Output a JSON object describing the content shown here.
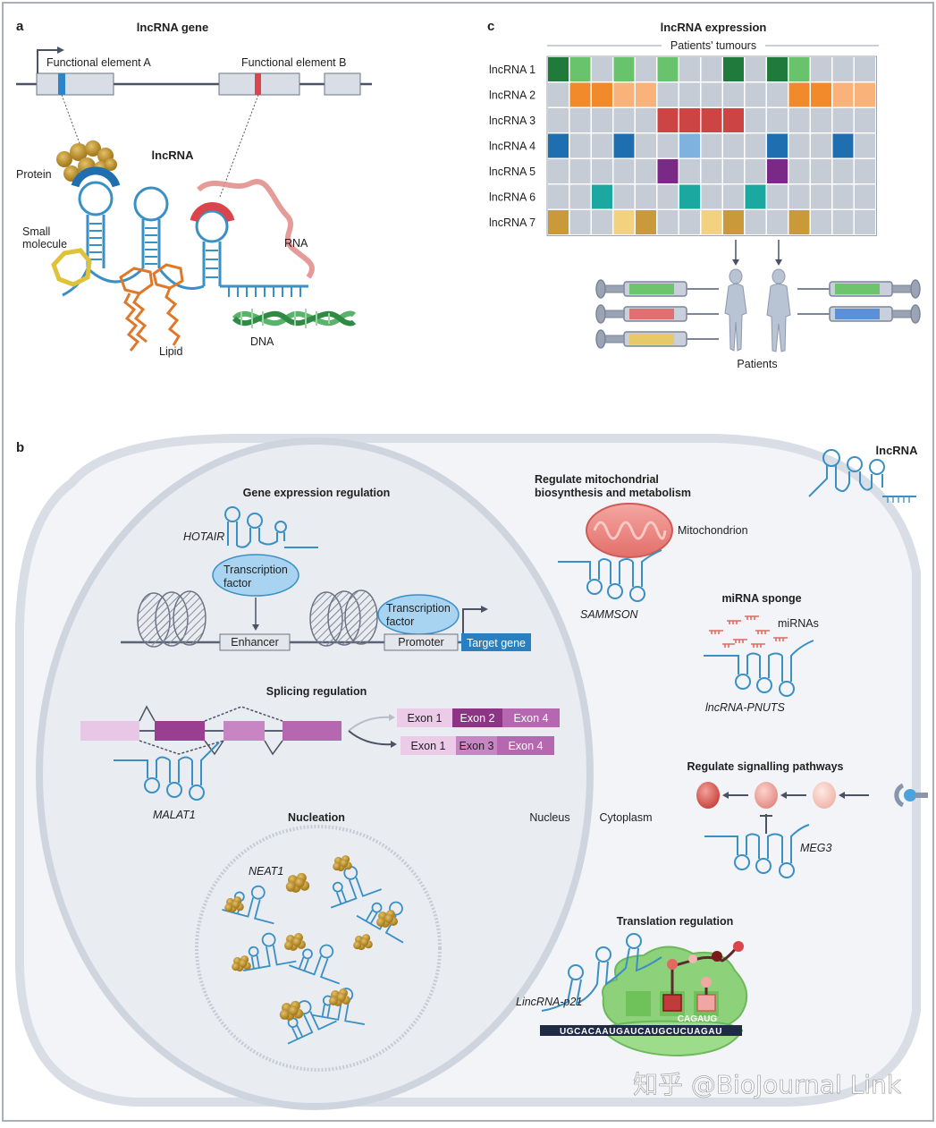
{
  "panel_a": {
    "letter": "a",
    "gene_title": "lncRNA gene",
    "element_a": "Functional element A",
    "element_b": "Functional element B",
    "lncrna_label": "lncRNA",
    "protein": "Protein",
    "small_molecule": [
      "Small",
      "molecule"
    ],
    "rna": "RNA",
    "lipid": "Lipid",
    "dna": "DNA"
  },
  "panel_c": {
    "letter": "c",
    "title": "lncRNA expression",
    "subtitle": "Patients' tumours",
    "rows": [
      "lncRNA 1",
      "lncRNA 2",
      "lncRNA 3",
      "lncRNA 4",
      "lncRNA 5",
      "lncRNA 6",
      "lncRNA 7"
    ],
    "row_colors": [
      "#1f7a3c",
      "#f08a2a",
      "#cc4444",
      "#1f6fb0",
      "#7a2a86",
      "#1aa8a0",
      "#c9993a"
    ],
    "row_light_colors": [
      "#69c26c",
      "#f9b27a",
      "#cc4444",
      "#7fb2de",
      "#7a2a86",
      "#1aa8a0",
      "#f2d27e"
    ],
    "grid": [
      [
        2,
        1,
        0,
        1,
        0,
        1,
        0,
        0,
        2,
        0,
        2,
        1,
        0,
        0,
        0
      ],
      [
        0,
        2,
        2,
        1,
        1,
        0,
        0,
        0,
        0,
        0,
        0,
        2,
        2,
        1,
        1
      ],
      [
        0,
        0,
        0,
        0,
        0,
        2,
        2,
        2,
        2,
        0,
        0,
        0,
        0,
        0,
        0
      ],
      [
        2,
        0,
        0,
        2,
        0,
        0,
        1,
        0,
        0,
        0,
        2,
        0,
        0,
        2,
        0
      ],
      [
        0,
        0,
        0,
        0,
        0,
        2,
        0,
        0,
        0,
        0,
        2,
        0,
        0,
        0,
        0
      ],
      [
        0,
        0,
        2,
        0,
        0,
        0,
        2,
        0,
        0,
        2,
        0,
        0,
        0,
        0,
        0
      ],
      [
        2,
        0,
        0,
        1,
        2,
        0,
        0,
        1,
        2,
        0,
        0,
        2,
        0,
        0,
        0
      ]
    ],
    "cell_empty_color": "#c5ccd6",
    "patients": "Patients",
    "syringe_colors_left": [
      "#6cc56c",
      "#e07070",
      "#e8c968"
    ],
    "syringe_colors_right": [
      "#6cc56c",
      "#5b8fd6"
    ]
  },
  "panel_b": {
    "letter": "b",
    "lncrna_corner": "lncRNA",
    "gene_expression": {
      "title": "Gene expression regulation",
      "hotair": "HOTAIR",
      "tf1": [
        "Transcription",
        "factor"
      ],
      "tf2": [
        "Transcription",
        "factor"
      ],
      "enhancer": "Enhancer",
      "promoter": "Promoter",
      "target": "Target gene"
    },
    "splicing": {
      "title": "Splicing regulation",
      "malat1": "MALAT1",
      "iso1": [
        "Exon 1",
        "Exon 2",
        "Exon 4"
      ],
      "iso2": [
        "Exon 1",
        "Exon 3",
        "Exon 4"
      ]
    },
    "nucleation": {
      "title": "Nucleation",
      "neat1": "NEAT1"
    },
    "nucleus": "Nucleus",
    "cytoplasm": "Cytoplasm",
    "mito": {
      "title": [
        "Regulate mitochondrial",
        "biosynthesis and metabolism"
      ],
      "mitochondrion": "Mitochondrion",
      "sammson": "SAMMSON"
    },
    "sponge": {
      "title": "miRNA sponge",
      "mirnas": "miRNAs",
      "pnuts": "lncRNA-PNUTS"
    },
    "signalling": {
      "title": "Regulate signalling pathways",
      "meg3": "MEG3"
    },
    "translation": {
      "title": "Translation regulation",
      "lincp21": "LincRNA-p21",
      "mrna_seq": "UGCACAAUGAUCAUGCUCUAGAU",
      "anticodon": "CAGAUG"
    }
  },
  "watermark": "知乎 @BioJournal Link",
  "colors": {
    "rna_blue": "#3a8fc4",
    "lipid_orange": "#e0782a",
    "protein_gold": "#c5982c",
    "nucleus_fill": "#eef1f5",
    "cell_fill": "#f2f4f7"
  }
}
